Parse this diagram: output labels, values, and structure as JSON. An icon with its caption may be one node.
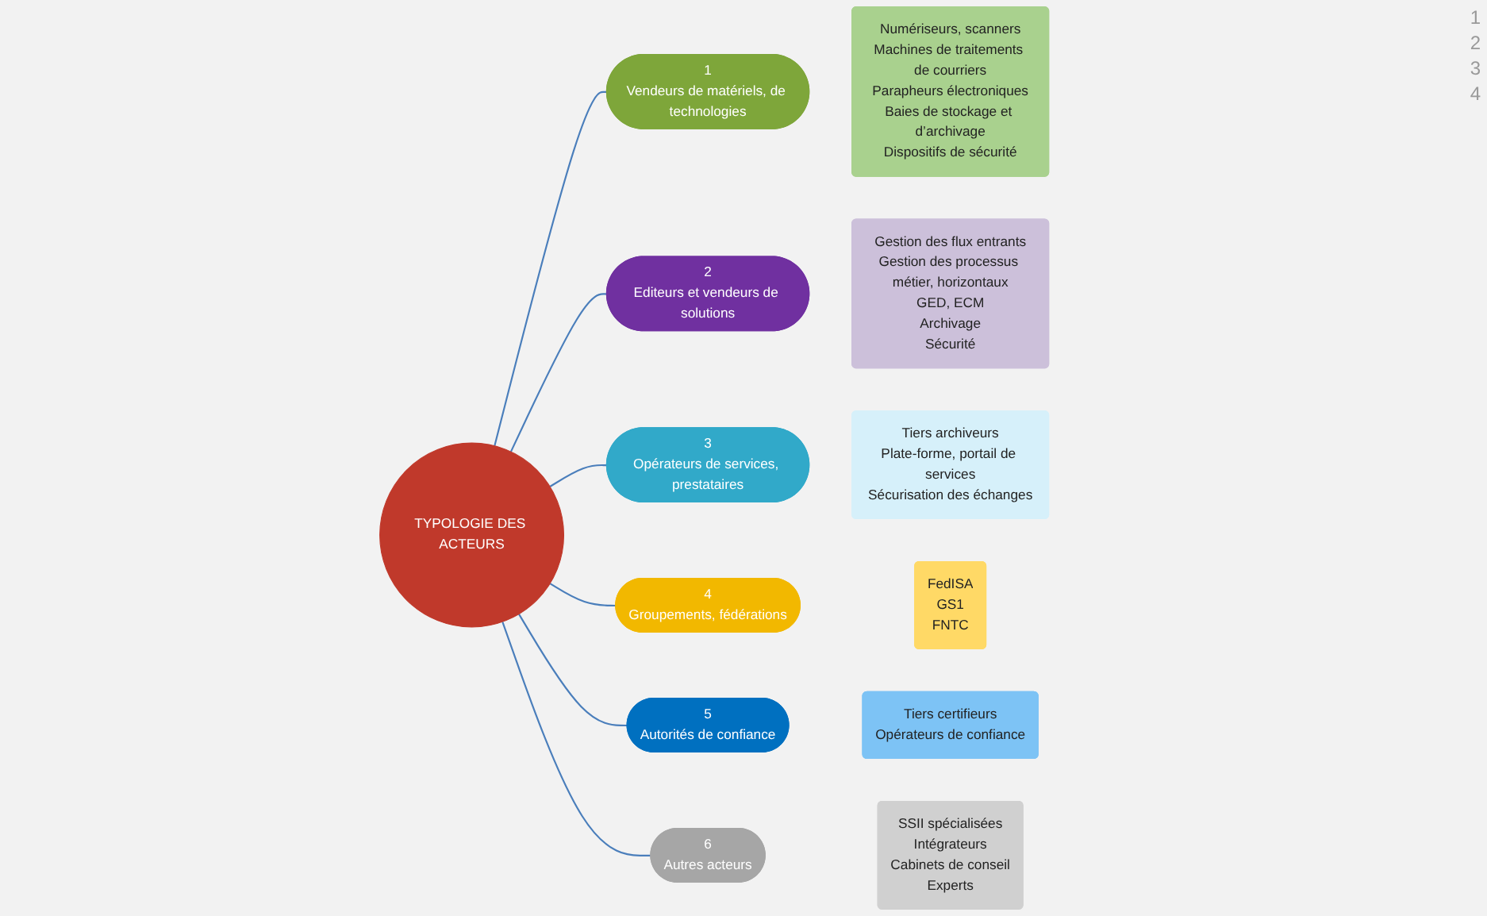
{
  "diagram": {
    "nodes": [
      {
        "text": [
          "TYPOLOGIE DES ACTEURS"
        ]
      },
      {
        "text": [
          "1",
          "Vendeurs de matériels, de technologies"
        ]
      },
      {
        "text": [
          "Numériseurs, scanners",
          "Machines de traitements de courriers",
          "Parapheurs électroniques",
          "Baies de stockage et d’archivage",
          "Dispositifs de sécurité"
        ]
      },
      {
        "text": [
          "2",
          "Editeurs et vendeurs de solutions"
        ]
      },
      {
        "text": [
          "Gestion des flux entrants",
          "Gestion des processus métier, horizontaux",
          "GED, ECM",
          "Archivage",
          "Sécurité"
        ]
      },
      {
        "text": [
          "3",
          "Opérateurs de services, prestataires"
        ]
      },
      {
        "text": [
          "Tiers archiveurs",
          "Plate-forme, portail de services",
          "Sécurisation des échanges"
        ]
      },
      {
        "text": [
          "4",
          "Groupements, fédérations"
        ]
      },
      {
        "text": [
          "FedISA",
          "GS1",
          "FNTC"
        ]
      },
      {
        "text": [
          "5",
          "Autorités de confiance"
        ]
      },
      {
        "text": [
          "Tiers certifieurs",
          "Opérateurs de confiance"
        ]
      },
      {
        "text": [
          "6",
          "Autres acteurs"
        ]
      },
      {
        "text": [
          "SSII spécialisées",
          "Intégrateurs",
          "Cabinets de conseil",
          "Experts"
        ]
      }
    ],
    "edges": [
      {
        "from": 0,
        "to": 1,
        "arrow": "none"
      },
      {
        "from": 0,
        "to": 3,
        "arrow": "none"
      },
      {
        "from": 0,
        "to": 5,
        "arrow": "none"
      },
      {
        "from": 0,
        "to": 7,
        "arrow": "none"
      },
      {
        "from": 0,
        "to": 9,
        "arrow": "none"
      },
      {
        "from": 0,
        "to": 11,
        "arrow": "none"
      }
    ],
    "labels": [
      "1",
      "2",
      "3",
      "4"
    ]
  }
}
